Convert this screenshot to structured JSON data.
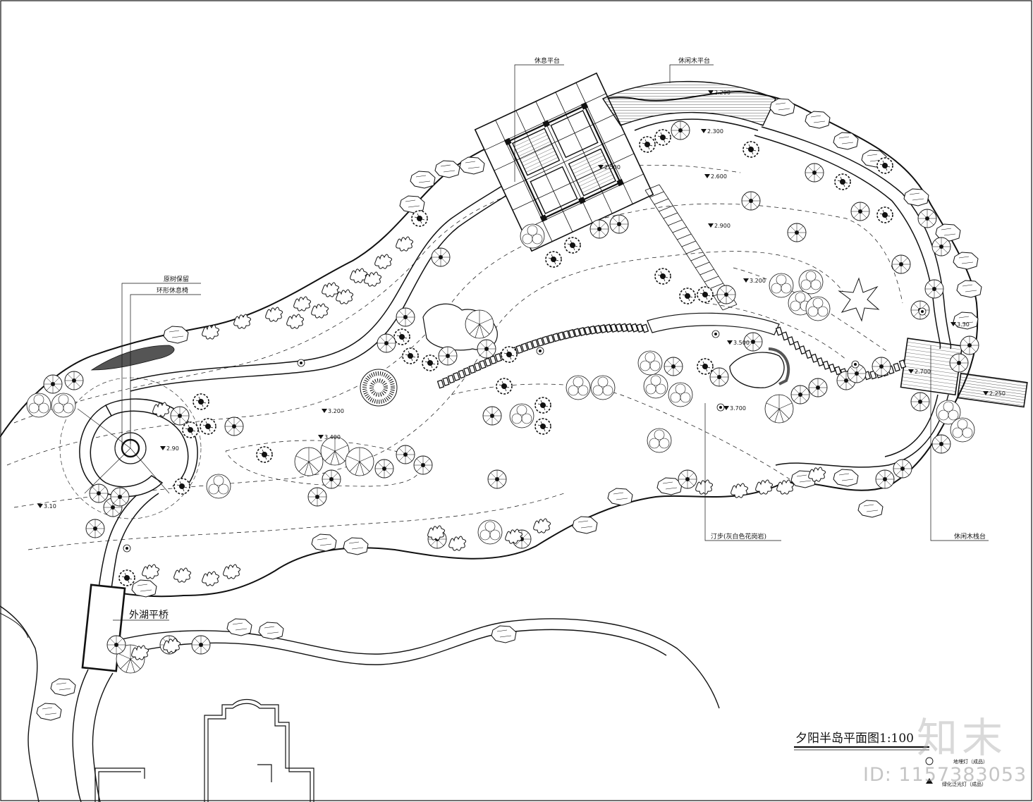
{
  "labels": {
    "rest_platform": "休息平台",
    "leisure_wood_platform": "休闲木平台",
    "original_tree": "原树保留",
    "ring_bench": "环形休息椅",
    "outer_lake_bridge": "外湖平桥",
    "stepping_stones": "汀步(灰白色花岗岩)",
    "leisure_wood_dock": "休闲木栈台"
  },
  "elevations": {
    "e1": "2.200",
    "e2": "2.300",
    "e3": "2.500",
    "e4": "2.600",
    "e5": "2.900",
    "e6": "3.200",
    "e7": "3.500",
    "e8": "3.700",
    "e9": "3.200",
    "e10": "3.400",
    "e11": "2.90",
    "e12": "3.10",
    "e13": "2.700",
    "e14": "2.250",
    "e15": "3.30"
  },
  "title": "夕阳半岛平面图1:100",
  "legend": {
    "item1": "地埋灯（成品）",
    "item2": "绿化泛光灯（成品）"
  },
  "watermark": {
    "logo": "知末",
    "id": "ID: 1157383053"
  },
  "colors": {
    "line": "#111111",
    "background": "#ffffff",
    "watermark": "#a0a0a0"
  }
}
